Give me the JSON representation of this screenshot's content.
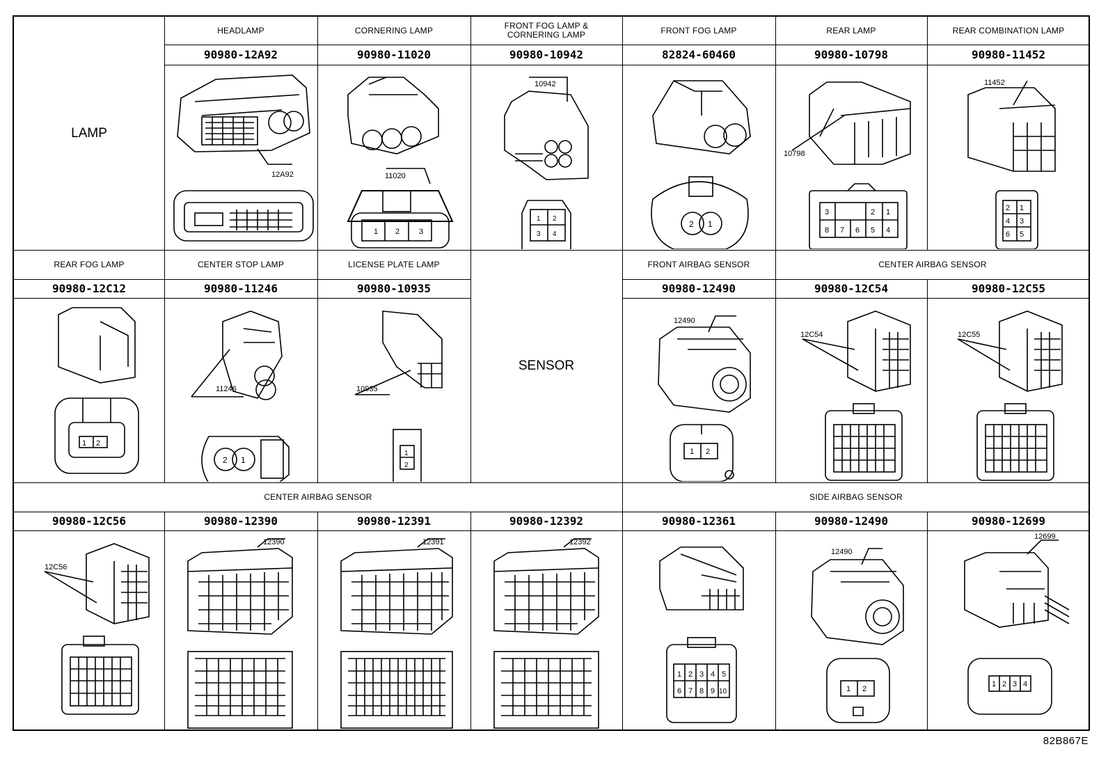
{
  "sections": {
    "lamp": "LAMP",
    "sensor": "SENSOR"
  },
  "row1": {
    "headers": [
      "HEADLAMP",
      "CORNERING LAMP",
      "FRONT FOG LAMP & CORNERING LAMP",
      "FRONT FOG LAMP",
      "REAR LAMP",
      "REAR COMBINATION LAMP"
    ],
    "part_numbers": [
      "90980-12A92",
      "90980-11020",
      "90980-10942",
      "82824-60460",
      "90980-10798",
      "90980-11452"
    ],
    "callouts": [
      "12A92",
      "11020",
      "10942",
      "",
      "10798",
      "11452"
    ]
  },
  "row2": {
    "headers": [
      "REAR FOG LAMP",
      "CENTER STOP LAMP",
      "LICENSE PLATE LAMP",
      "FRONT AIRBAG SENSOR",
      "CENTER AIRBAG SENSOR"
    ],
    "part_numbers": [
      "90980-12C12",
      "90980-11246",
      "90980-10935",
      "90980-12490",
      "90980-12C54",
      "90980-12C55"
    ],
    "callouts": [
      "",
      "11246",
      "10935",
      "12490",
      "12C54",
      "12C55"
    ]
  },
  "row3": {
    "headers": [
      "CENTER AIRBAG SENSOR",
      "SIDE AIRBAG SENSOR"
    ],
    "part_numbers": [
      "90980-12C56",
      "90980-12390",
      "90980-12391",
      "90980-12392",
      "90980-12361",
      "90980-12490",
      "90980-12699"
    ],
    "callouts": [
      "12C56",
      "12390",
      "12391",
      "12392",
      "",
      "12490",
      "12699"
    ]
  },
  "footer_code": "82B867E"
}
